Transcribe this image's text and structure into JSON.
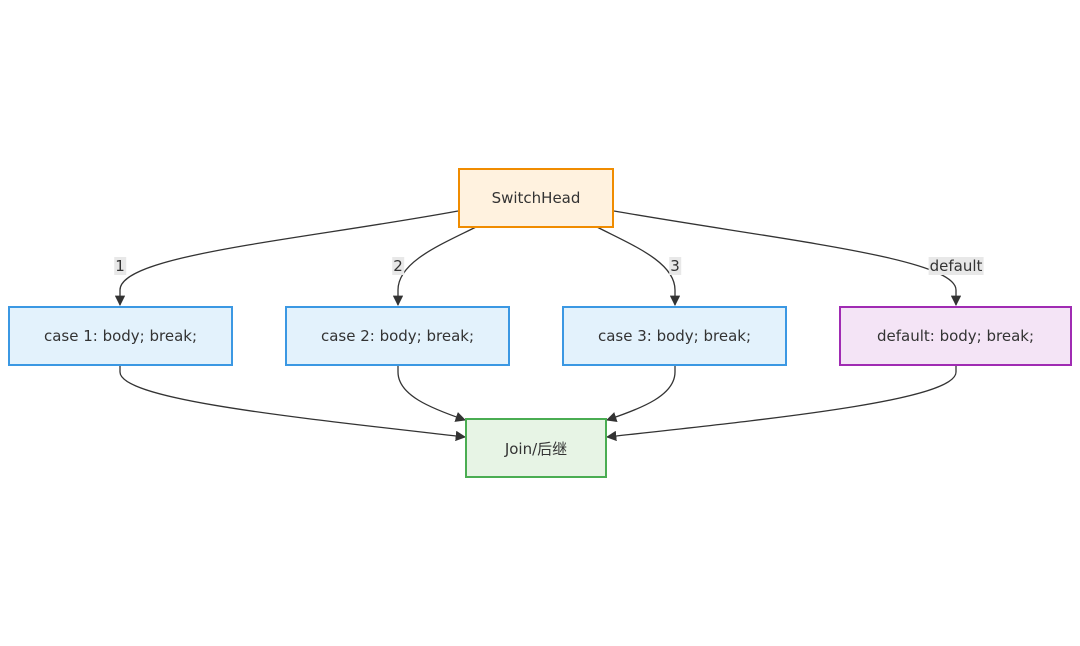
{
  "nodes": {
    "switch_head": "SwitchHead",
    "case1": "case 1: body; break;",
    "case2": "case 2: body; break;",
    "case3": "case 3: body; break;",
    "default": "default: body; break;",
    "join": "Join/后继"
  },
  "edge_labels": {
    "case1": "1",
    "case2": "2",
    "case3": "3",
    "default": "default"
  },
  "colors": {
    "switch_head_fill": "#fff2df",
    "switch_head_border": "#f08c00",
    "case_fill": "#e3f2fc",
    "case_border": "#3b98e3",
    "default_fill": "#f4e4f6",
    "default_border": "#a02bb3",
    "join_fill": "#e7f4e5",
    "join_border": "#4aad52",
    "edge": "#333333"
  }
}
